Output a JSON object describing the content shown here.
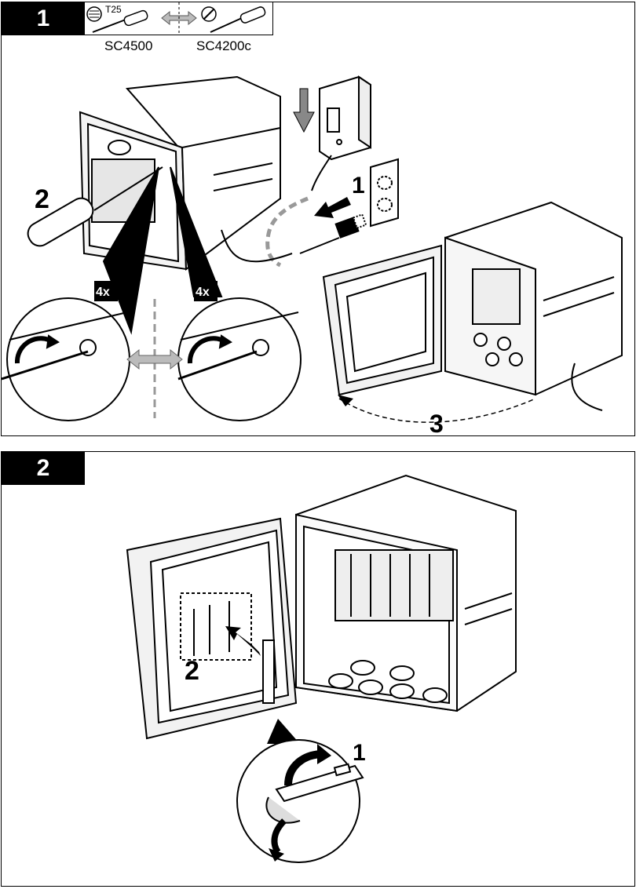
{
  "step1": {
    "number": "1",
    "tool_torx_label": "T25",
    "tool_left_label": "SC4500",
    "tool_right_label": "SC4200c",
    "callout_unplug": "1",
    "callout_screwdriver": "2",
    "callout_open": "3",
    "screw_count_left": "4x",
    "screw_count_right": "4x"
  },
  "step2": {
    "number": "2",
    "callout_lift": "1",
    "callout_insert": "2"
  }
}
